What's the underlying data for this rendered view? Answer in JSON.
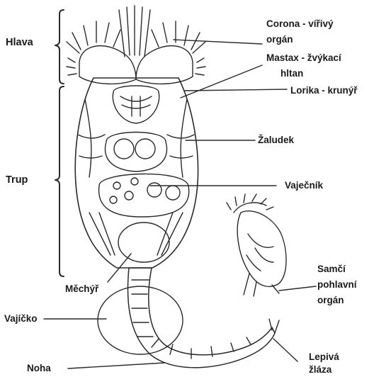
{
  "labels": {
    "head": "Hlava",
    "trunk": "Trup",
    "corona_1": "Corona - vířivý",
    "corona_2": "orgán",
    "mastax_1": "Mastax - žvýkací",
    "mastax_2": "hltan",
    "lorica": "Lorika - krunýř",
    "stomach": "Žaludek",
    "ovary": "Vaječník",
    "male_1": "Samčí",
    "male_2": "pohlavní",
    "male_3": "orgán",
    "bladder": "Měchýř",
    "egg": "Vajíčko",
    "foot": "Noha",
    "gland_1": "Lepivá",
    "gland_2": "žláza"
  }
}
